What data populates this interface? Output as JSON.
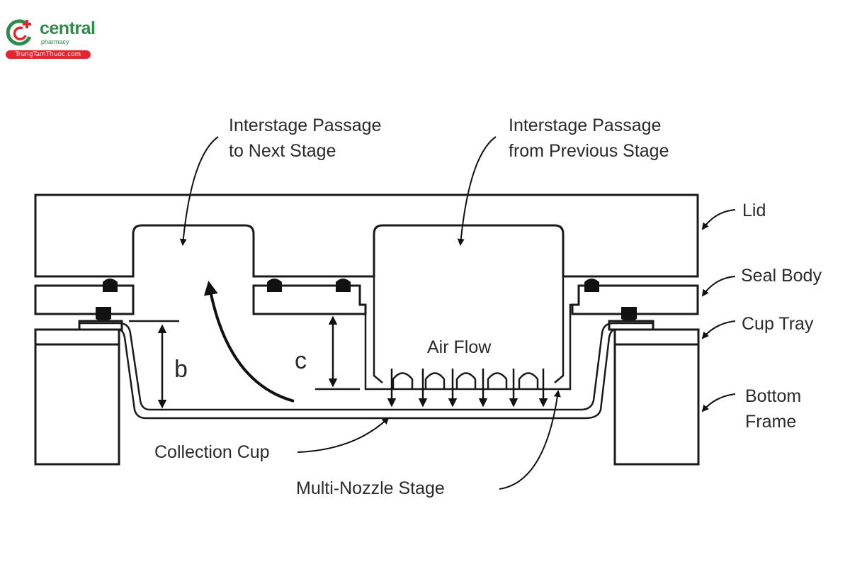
{
  "logo": {
    "icon": "central-pharmacy-logo-icon",
    "brand": "central",
    "subtitle": "pharmacy",
    "banner": "TrungTamThuoc.com",
    "colors": {
      "green": "#2e8b4a",
      "red": "#e3262e"
    }
  },
  "diagram": {
    "labels": {
      "passage_next_line1": "Interstage Passage",
      "passage_next_line2": "to Next Stage",
      "passage_prev_line1": "Interstage Passage",
      "passage_prev_line2": "from Previous Stage",
      "lid": "Lid",
      "seal_body": "Seal Body",
      "cup_tray": "Cup Tray",
      "bottom_frame_line1": "Bottom",
      "bottom_frame_line2": "Frame",
      "air_flow": "Air Flow",
      "collection_cup": "Collection Cup",
      "multi_nozzle_stage": "Multi-Nozzle Stage",
      "dim_b": "b",
      "dim_c": "c"
    },
    "nozzle_count": 6
  }
}
